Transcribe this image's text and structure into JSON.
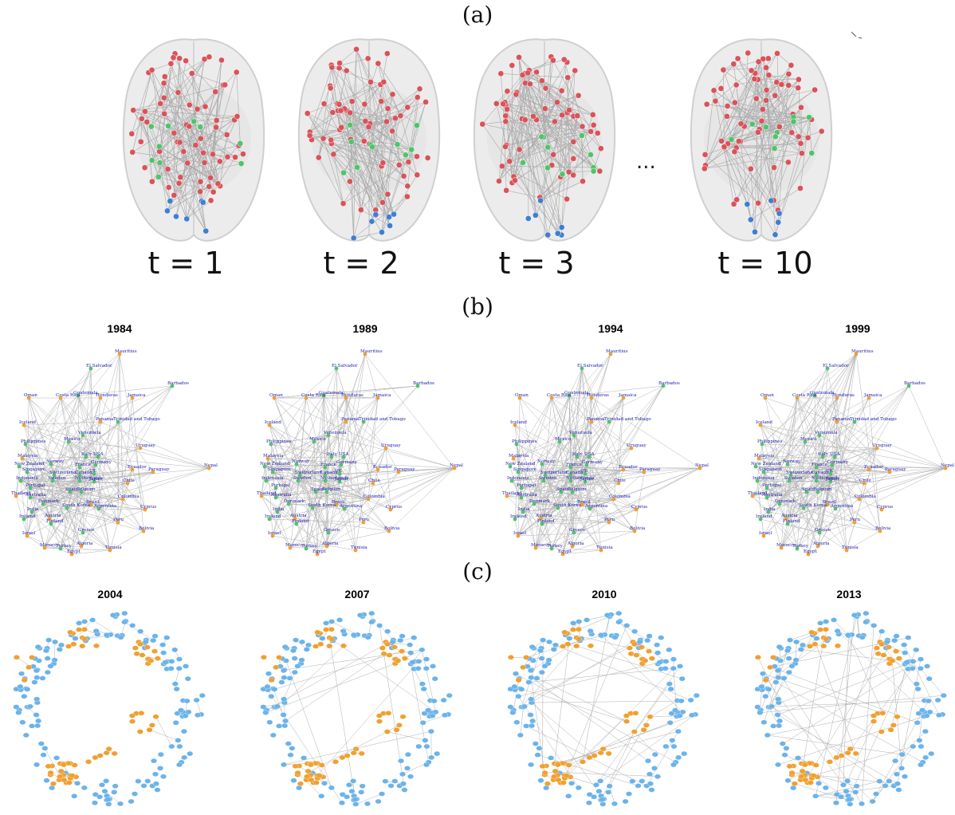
{
  "panel_labels": {
    "a": "(a)",
    "b": "(b)",
    "c": "(c)"
  },
  "colors": {
    "red_node": "#d9535a",
    "green_node": "#4fc46a",
    "blue_node": "#3f7fd0",
    "orange_node": "#f0a030",
    "light_blue_node": "#6bb3ea",
    "edge": "#9a9a9a",
    "country_text": "#1a1aa8"
  },
  "brain_panel": {
    "ellipsis": "...",
    "frames": [
      {
        "label": "t = 1"
      },
      {
        "label": "t = 2"
      },
      {
        "label": "t = 3"
      },
      {
        "label": "t = 10"
      }
    ]
  },
  "country_panel": {
    "years": [
      "1984",
      "1989",
      "1994",
      "1999"
    ],
    "countries": [
      "Mauritius",
      "El Salvador",
      "Barbados",
      "Oman",
      "Costa Rica",
      "Guatemala",
      "Honduras",
      "Jamaica",
      "Panama",
      "Trinidad and Tobago",
      "Iceland",
      "Venezuela",
      "Philippines",
      "Mexico",
      "Uruguay",
      "Malaysia",
      "Italy",
      "USA",
      "New Zealand",
      "Norway",
      "France",
      "Germany",
      "Singapore",
      "Canada",
      "UK",
      "Switzerland",
      "Ecuador",
      "Paraguay",
      "Nepal",
      "Indonesia",
      "Sweden",
      "Netherlands",
      "Japan",
      "Chile",
      "Portugal",
      "Spain",
      "Belgium",
      "Thailand",
      "Australia",
      "Colombia",
      "Denmark",
      "Brazil",
      "India",
      "South Korea",
      "Argentina",
      "Cyprus",
      "Ireland",
      "Austria",
      "Finland",
      "Peru",
      "Bolivia",
      "Israel",
      "Greece",
      "Morocco",
      "Turkey",
      "Algeria",
      "Tunisia",
      "Egypt"
    ]
  },
  "patent_panel": {
    "years": [
      "2004",
      "2007",
      "2010",
      "2013"
    ]
  }
}
